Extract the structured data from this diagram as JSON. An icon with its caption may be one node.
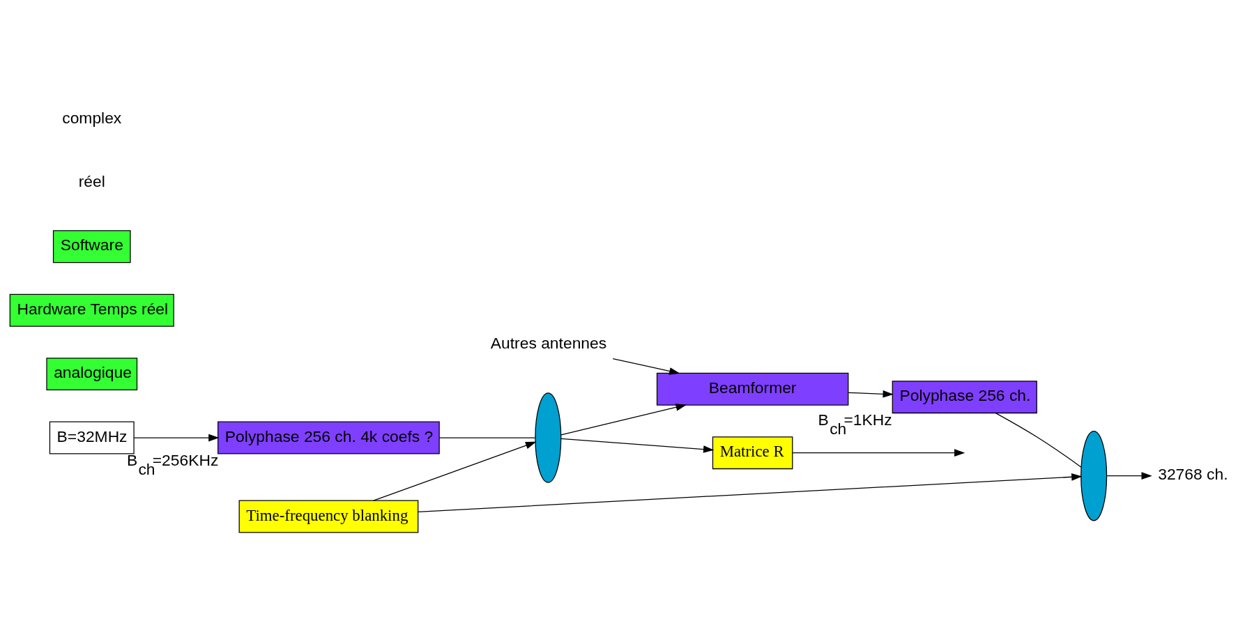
{
  "diagram": {
    "nodes": [
      {
        "text": [
          "B=32MHz"
        ]
      },
      {
        "text": [
          "Polyphase 256 ch. 4k coefs ?"
        ],
        "beside": [
          "B$_{ch}$=256KHz"
        ]
      },
      {
        "text": [],
        "shape": "ellipse"
      },
      {
        "text": [
          "Beamformer"
        ]
      },
      {
        "text": [
          "Polyphase 256 ch."
        ],
        "beside": [
          "B$_{ch}$=1KHz"
        ]
      },
      {
        "text": [],
        "shape": "ellipse"
      },
      {
        "text": [
          "32768 ch."
        ]
      },
      {
        "text": [
          "Matrice R"
        ]
      },
      {
        "text": [
          "Time-frequency blanking"
        ]
      },
      {
        "text": [
          "Autres antennes"
        ]
      },
      {
        "text": [
          "analogique"
        ]
      },
      {
        "text": [
          "Hardware Temps réel"
        ]
      },
      {
        "text": [
          "Software"
        ]
      }
    ],
    "edges": [
      {
        "from": 0,
        "to": 1,
        "arrow": "to"
      },
      {
        "from": 1,
        "to": 2,
        "arrow": "none"
      },
      {
        "from": 2,
        "to": 3,
        "arrow": "to"
      },
      {
        "from": 2,
        "to": 7,
        "arrow": "to"
      },
      {
        "from": 7,
        "to": null,
        "arrow": "to"
      },
      {
        "from": 8,
        "to": 2,
        "arrow": "to"
      },
      {
        "from": 8,
        "to": 5,
        "arrow": "to"
      },
      {
        "from": 9,
        "to": 3,
        "arrow": "to"
      },
      {
        "from": 3,
        "to": 4,
        "arrow": "to"
      },
      {
        "from": 4,
        "to": 5,
        "arrow": "none"
      },
      {
        "from": 5,
        "to": 6,
        "arrow": "to"
      }
    ],
    "labels": [
      "réel",
      "complex"
    ]
  }
}
